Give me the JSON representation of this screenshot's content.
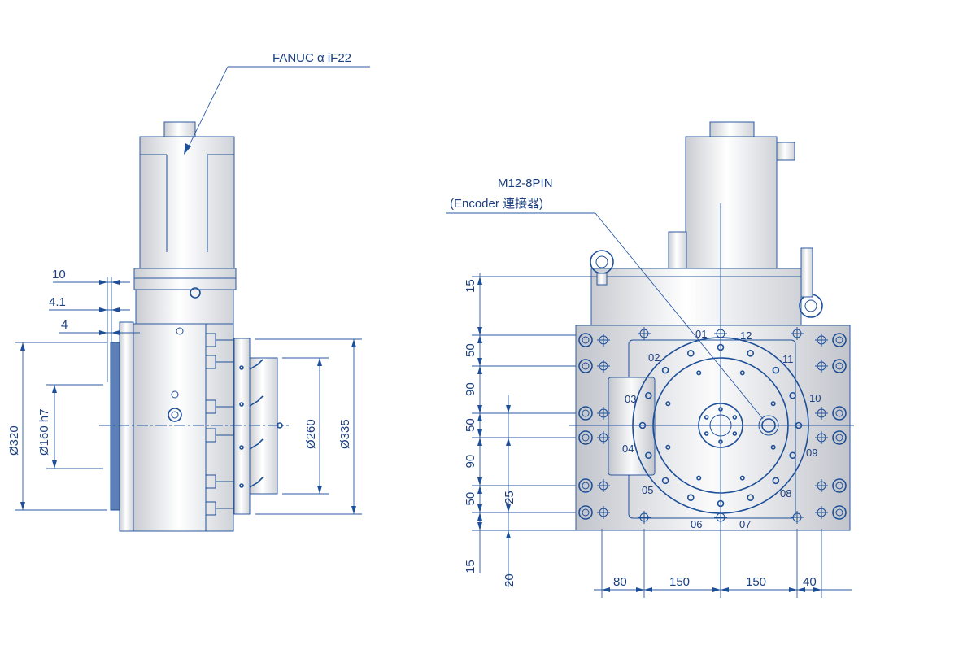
{
  "title": "Rotary table dimension drawing",
  "colors": {
    "line": "#1d4f98",
    "text": "#1b3f7f",
    "metal_light": "#ffffff",
    "metal_dark": "#c9ccd2"
  },
  "side_view": {
    "motor_label": "FANUC α iF22",
    "dims": {
      "d10": "10",
      "d41": "4.1",
      "d4": "4",
      "d320": "Ø320",
      "d160": "Ø160 h7",
      "d260": "Ø260",
      "d335": "Ø335"
    }
  },
  "front_view": {
    "connector_label": "M12-8PIN",
    "connector_sub": "(Encoder 連接器)",
    "vertical_dims": [
      "15",
      "50",
      "90",
      "50",
      "90",
      "50",
      "15"
    ],
    "inner_vertical_dims": [
      "25",
      "20"
    ],
    "horizontal_dims": [
      "80",
      "150",
      "150",
      "40"
    ],
    "ports": [
      "01",
      "02",
      "03",
      "04",
      "05",
      "06",
      "07",
      "08",
      "09",
      "10",
      "11",
      "12"
    ]
  }
}
